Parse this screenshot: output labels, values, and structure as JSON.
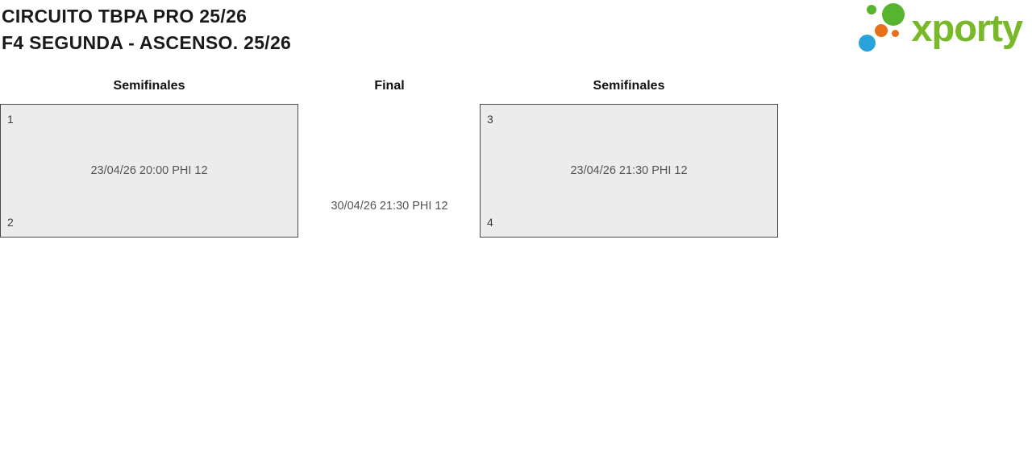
{
  "header": {
    "title_line1": "CIRCUITO TBPA PRO 25/26",
    "title_line2": "F4 SEGUNDA - ASCENSO. 25/26",
    "logo_text": "xporty"
  },
  "bracket": {
    "rounds": [
      {
        "label": "Semifinales"
      },
      {
        "label": "Final"
      },
      {
        "label": "Semifinales"
      }
    ],
    "matches": [
      {
        "top_seed": "1",
        "bottom_seed": "2",
        "info": "23/04/26 20:00 PHI 12"
      },
      {
        "info": "30/04/26 21:30 PHI 12"
      },
      {
        "top_seed": "3",
        "bottom_seed": "4",
        "info": "23/04/26 21:30 PHI 12"
      }
    ]
  },
  "colors": {
    "text_dark": "#1a1a1a",
    "text_gray": "#555555",
    "seed_gray": "#3c3c3c",
    "box_bg": "#ececec",
    "box_border": "#4a4a4a",
    "logo_text_green": "#79b829",
    "dot_green": "#56b42f",
    "dot_blue": "#29a3dc",
    "dot_orange": "#e8701a"
  }
}
